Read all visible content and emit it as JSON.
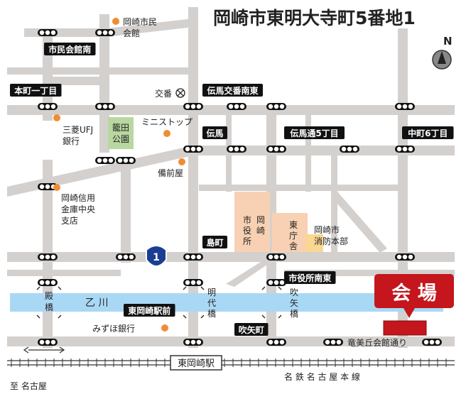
{
  "title": "岡崎市東明大寺町5番地1",
  "north": "N",
  "route_number": "1",
  "river": "乙 川",
  "venue": {
    "label": "会 場",
    "road": "竜美丘会館通り"
  },
  "station": "東岡崎駅",
  "railway": "名 鉄 名 古 屋 本 線",
  "to_nagoya": "至 名古屋",
  "koban": "交番",
  "intersections": {
    "shimin_kaikan_minami": "市民会館南",
    "honmachi_1": "本町一丁目",
    "tenma_koban_minami": "伝馬交番南東",
    "tenma": "伝馬",
    "tenma_dori_5": "伝馬通5丁目",
    "nakamachi_6": "中町6丁目",
    "shimacho": "島町",
    "shiyakusho_minami": "市役所南東",
    "higashi_okazaki_ekimae": "東岡崎駅前",
    "fukiyacho": "吹矢町"
  },
  "places": {
    "shimin_kaikan": [
      "岡崎市民",
      "会館"
    ],
    "mufg": [
      "三菱UFJ",
      "銀行"
    ],
    "mini_stop": "ミニストップ",
    "bizenya": "備前屋",
    "okazaki_shinyo": [
      "岡崎信用",
      "金庫中央",
      "支店"
    ],
    "mizuho": "みずほ銀行",
    "kagoda_park": [
      "籠田",
      "公園"
    ],
    "city_hall": [
      "市",
      "役",
      "所"
    ],
    "okazaki_v": [
      "岡",
      "崎"
    ],
    "higashi_chosha": [
      "東",
      "庁",
      "舎"
    ],
    "fire_hq": [
      "岡崎市",
      "消防本部"
    ]
  },
  "bridges": {
    "tono": [
      "殿",
      "橋"
    ],
    "meidai": [
      "明",
      "代",
      "橋"
    ],
    "fukiya": [
      "吹",
      "矢",
      "橋"
    ]
  },
  "colors": {
    "road": "#d3d0ce",
    "river": "#a9d8f5",
    "park": "#b9d7a0",
    "building": "#f8d0b3",
    "fire": "#fad792",
    "dot": "#ef8d34",
    "venue": "#c4161c",
    "sign": "#111111"
  }
}
